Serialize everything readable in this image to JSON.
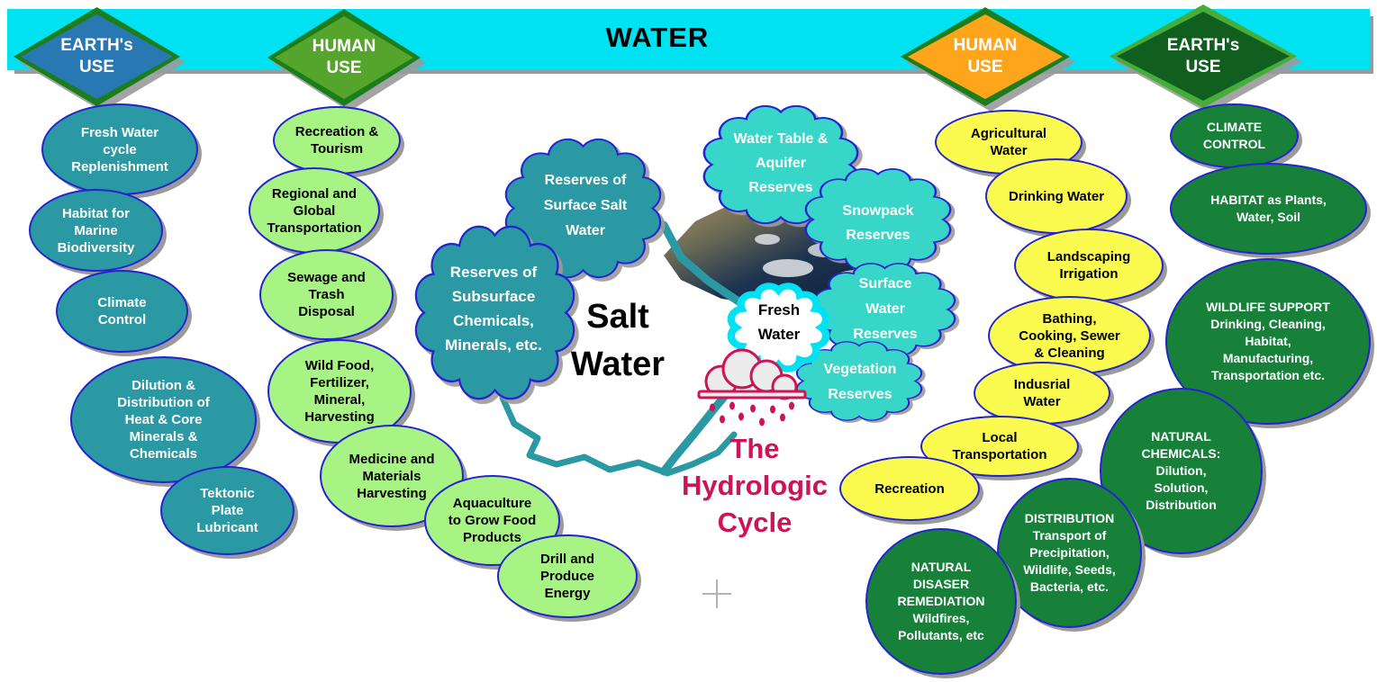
{
  "header": {
    "title": "WATER"
  },
  "diamonds": {
    "earth_left": "EARTH's\nUSE",
    "human_left": "HUMAN\nUSE",
    "human_right": "HUMAN\nUSE",
    "earth_right": "EARTH's\nUSE"
  },
  "earth_use_left": {
    "items": [
      "Fresh Water\ncycle\nReplenishment",
      "Habitat for\nMarine\nBiodiversity",
      "Climate\nControl",
      "Dilution &\nDistribution of\nHeat & Core\nMinerals &\nChemicals",
      "Tektonic\nPlate\nLubricant"
    ]
  },
  "human_use_left": {
    "items": [
      "Recreation &\nTourism",
      "Regional and\nGlobal\nTransportation",
      "Sewage and\nTrash\nDisposal",
      "Wild Food,\nFertilizer,\nMineral,\nHarvesting",
      "Medicine and\nMaterials\nHarvesting",
      "Aquaculture\nto Grow Food\nProducts",
      "Drill and\nProduce\nEnergy"
    ]
  },
  "human_use_right": {
    "items": [
      "Agricultural\nWater",
      "Drinking Water",
      "Landscaping\nIrrigation",
      "Bathing,\nCooking, Sewer\n& Cleaning",
      "Indusrial\nWater",
      "Local\nTransportation",
      "Recreation"
    ]
  },
  "earth_use_right": {
    "items": [
      "CLIMATE\nCONTROL",
      "HABITAT as Plants,\nWater, Soil",
      "WILDLIFE SUPPORT\nDrinking, Cleaning,\nHabitat,\nManufacturing,\nTransportation etc.",
      "NATURAL\nCHEMICALS:\nDilution,\nSolution,\nDistribution",
      "DISTRIBUTION\nTransport of\nPrecipitation,\nWildlife, Seeds,\nBacteria, etc.",
      "NATURAL\nDISASER\nREMEDIATION\nWildfires,\nPollutants, etc"
    ]
  },
  "center": {
    "salt_water": "Salt\nWater",
    "hydrologic": "The\nHydrologic\nCycle",
    "clouds": {
      "surface_salt": "Reserves of\nSurface Salt\nWater",
      "subsurface": "Reserves of\nSubsurface\nChemicals,\nMinerals, etc.",
      "water_table": "Water Table &\nAquifer\nReserves",
      "snowpack": "Snowpack\nReserves",
      "surface_water": "Surface\nWater\nReserves",
      "vegetation": "Vegetation\nReserves",
      "fresh_water": "Fresh\nWater"
    }
  },
  "colors": {
    "bar_cyan": "#00e1f2",
    "border_blue": "#2323cf",
    "teal": "#2b99a3",
    "light_green": "#a7f383",
    "yellow": "#fbfb4f",
    "dark_green": "#17813a",
    "turquoise": "#38d5c9",
    "crimson": "#cc1456",
    "diamond_blue": "#2878b4",
    "diamond_green": "#55a42b",
    "diamond_orange": "#ffa51c",
    "diamond_dark_green": "#115f1f",
    "diamond_border_green": "#1b7e1b",
    "diamond_border_light": "#46ad3a",
    "shadow_gray": "#9a9a9a"
  }
}
